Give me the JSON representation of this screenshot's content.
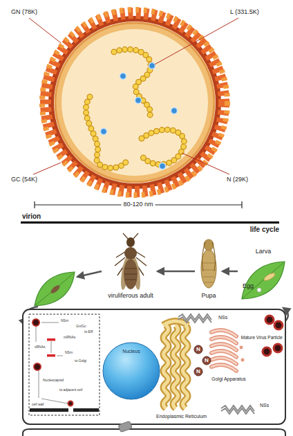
{
  "diagram": {
    "nodes": [
      {
        "text": [
          "viruliferous adult"
        ]
      },
      {
        "text": [
          "Pupa"
        ]
      },
      {
        "text": [
          "Larva",
          "Egg"
        ]
      },
      {
        "text": [
          "Nucleus"
        ]
      },
      {
        "text": [
          "N"
        ]
      },
      {
        "text": [
          "N"
        ]
      },
      {
        "text": [
          "N"
        ]
      }
    ],
    "edges": [
      {
        "from": 2,
        "to": 1,
        "arrow": "to"
      },
      {
        "from": 1,
        "to": 0,
        "arrow": "to"
      }
    ],
    "labels": [
      "GN (78K)",
      "L (331.5K)",
      "GC (54K)",
      "N (29K)",
      "80-120 nm",
      "virion",
      "life cycle",
      "Mature Virus Particle",
      "NSs",
      "Golgi Apparatus",
      "Endoplasmic Reticulum",
      "NSs",
      "NSm",
      "Gn/Gc",
      "to ER",
      "mRNAs",
      "vRNAs",
      "NSm",
      "to Golgi",
      "Nucleocapsid",
      "to adjacent cell",
      "cell wall"
    ]
  }
}
